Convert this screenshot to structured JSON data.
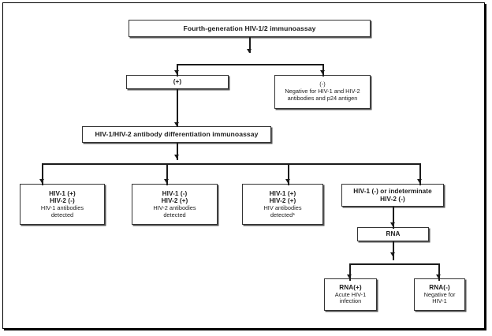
{
  "figure": {
    "type": "flowchart",
    "subject": "HIV testing algorithm",
    "orientation": "top-down"
  },
  "nodes": {
    "assay": {
      "title": "Fourth-generation HIV-1/2 immunoassay"
    },
    "positive": {
      "title": "(+)"
    },
    "negative": {
      "title": "(-)",
      "line1": "Negative for HIV-1 and HIV-2",
      "line2": "antibodies and p24 antigen"
    },
    "differentiation": {
      "title": "HIV-1/HIV-2 antibody differentiation immunoassay"
    },
    "result1": {
      "line1": "HIV-1 (+)",
      "line2": "HIV-2 (-)",
      "line3": "HIV-1 antibodies",
      "line4": "detected"
    },
    "result2": {
      "line1": "HIV-1 (-)",
      "line2": "HIV-2 (+)",
      "line3": "HIV-2 antibodies",
      "line4": "detected"
    },
    "result3": {
      "line1": "HIV-1 (+)",
      "line2": "HIV-2 (+)",
      "line3": "HIV antibodies",
      "line4": "detected*"
    },
    "result4": {
      "line1": "HIV-1 (-) or indeterminate",
      "line2": "HIV-2 (-)"
    },
    "rna": {
      "title": "RNA"
    },
    "rna_positive": {
      "line1": "RNA(+)",
      "line2": "Acute HIV-1",
      "line3": "infection"
    },
    "rna_negative": {
      "line1": "RNA(-)",
      "line2": "Negative for",
      "line3": "HIV-1"
    }
  },
  "colors": {
    "line": "#1b1b1b",
    "box_border": "#333333",
    "background": "#ffffff",
    "text": "#1b1b1b"
  }
}
